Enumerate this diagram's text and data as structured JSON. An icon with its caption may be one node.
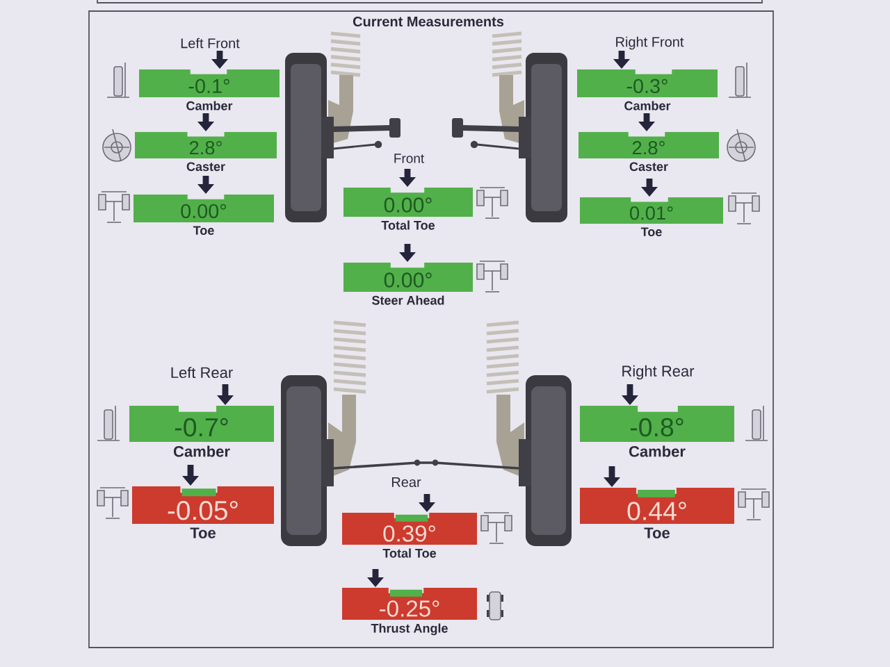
{
  "diagram": {
    "title": "Current Measurements",
    "nodes": [
      {
        "text": [
          "-0.1°"
        ],
        "beside": [
          "Camber"
        ]
      },
      {
        "text": [
          "2.8°"
        ],
        "beside": [
          "Caster"
        ]
      },
      {
        "text": [
          "0.00°"
        ],
        "beside": [
          "Toe"
        ]
      },
      {
        "text": [
          "-0.3°"
        ],
        "beside": [
          "Camber"
        ]
      },
      {
        "text": [
          "2.8°"
        ],
        "beside": [
          "Caster"
        ]
      },
      {
        "text": [
          "0.01°"
        ],
        "beside": [
          "Toe"
        ]
      },
      {
        "text": [
          "0.00°"
        ],
        "beside": [
          "Total Toe"
        ]
      },
      {
        "text": [
          "0.00°"
        ],
        "beside": [
          "Steer Ahead"
        ]
      },
      {
        "text": [
          "-0.7°"
        ],
        "beside": [
          "Camber"
        ]
      },
      {
        "text": [
          "-0.05°"
        ],
        "beside": [
          "Toe"
        ]
      },
      {
        "text": [
          "-0.8°"
        ],
        "beside": [
          "Camber"
        ]
      },
      {
        "text": [
          "0.44°"
        ],
        "beside": [
          "Toe"
        ]
      },
      {
        "text": [
          "0.39°"
        ],
        "beside": [
          "Total Toe"
        ]
      },
      {
        "text": [
          "-0.25°"
        ],
        "beside": [
          "Thrust Angle"
        ]
      }
    ],
    "labels": [
      "Left Front",
      "Right Front",
      "Front",
      "Left Rear",
      "Right Rear",
      "Rear"
    ]
  }
}
